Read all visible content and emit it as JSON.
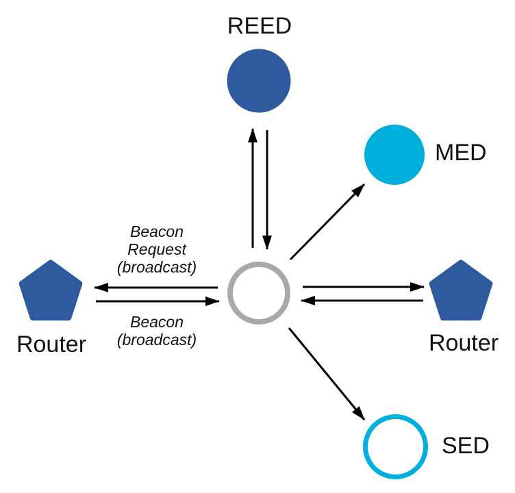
{
  "diagram": {
    "colors": {
      "node_blue": "#2E5A9E",
      "node_cyan": "#00AFDC",
      "joiner_gray": "#A9A9A9",
      "arrow_black": "#000000",
      "text_black": "#111111",
      "background": "#FFFFFF"
    },
    "nodes": {
      "reed": {
        "label": "REED",
        "shape": "filled-circle",
        "color": "#2E5A9E"
      },
      "med": {
        "label": "MED",
        "shape": "filled-circle",
        "color": "#00AFDC"
      },
      "router_left": {
        "label": "Router",
        "shape": "pentagon",
        "color": "#2E5A9E"
      },
      "router_right": {
        "label": "Router",
        "shape": "pentagon",
        "color": "#2E5A9E"
      },
      "sed": {
        "label": "SED",
        "shape": "outlined-circle",
        "color": "#00AFDC"
      },
      "joiner": {
        "label": "",
        "shape": "outlined-circle",
        "color": "#A9A9A9"
      }
    },
    "edge_labels": {
      "beacon_request": {
        "line1": "Beacon",
        "line2": "Request",
        "line3": "(broadcast)"
      },
      "beacon": {
        "line1": "Beacon",
        "line2": "(broadcast)"
      }
    },
    "edges": [
      {
        "from": "joiner",
        "to": "reed",
        "type": "bidirectional"
      },
      {
        "from": "joiner",
        "to": "med",
        "type": "one-way"
      },
      {
        "from": "joiner",
        "to": "router_left",
        "type": "bidirectional",
        "label_out": "Beacon Request (broadcast)",
        "label_in": "Beacon (broadcast)"
      },
      {
        "from": "joiner",
        "to": "router_right",
        "type": "bidirectional"
      },
      {
        "from": "joiner",
        "to": "sed",
        "type": "one-way"
      }
    ]
  }
}
